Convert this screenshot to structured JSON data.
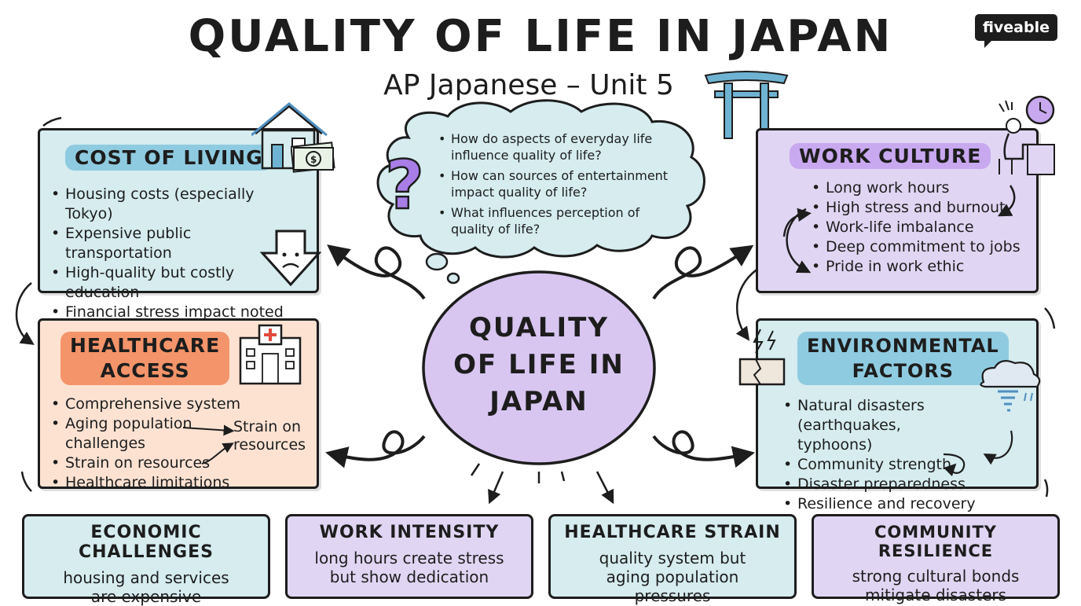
{
  "header": {
    "title": "QUALITY OF LIFE IN JAPAN",
    "subtitle": "AP Japanese – Unit 5",
    "brand": "fiveable"
  },
  "questions": [
    "How do aspects of everyday life influence quality of life?",
    "How can sources of entertainment impact quality of life?",
    "What influences perception of quality of life?"
  ],
  "center": {
    "lines": [
      "QUALITY",
      "OF LIFE IN",
      "JAPAN"
    ]
  },
  "cost_of_living": {
    "title": "COST OF LIVING",
    "items": [
      "Housing costs (especially Tokyo)",
      "Expensive public transportation",
      "High-quality but costly education",
      "Financial stress impact noted"
    ]
  },
  "work_culture": {
    "title": "WORK CULTURE",
    "items": [
      "Long work hours",
      "High stress and burnout",
      "Work-life imbalance",
      "Deep commitment to jobs",
      "Pride in work ethic"
    ]
  },
  "healthcare": {
    "title_line1": "HEALTHCARE",
    "title_line2": "ACCESS",
    "items": [
      "Comprehensive system",
      "Aging population challenges",
      "Strain on resources",
      "Healthcare limitations"
    ],
    "side_note": "Strain on resources"
  },
  "environment": {
    "title_line1": "ENVIRONMENTAL",
    "title_line2": "FACTORS",
    "items": [
      "Natural disasters (earthquakes, typhoons)",
      "Community strength",
      "Disaster preparedness",
      "Resilience and recovery"
    ]
  },
  "summaries": [
    {
      "title": "ECONOMIC CHALLENGES",
      "desc": "housing and services are expensive"
    },
    {
      "title": "WORK INTENSITY",
      "desc": "long hours create stress but show dedication"
    },
    {
      "title": "HEALTHCARE STRAIN",
      "desc": "quality system but aging population pressures"
    },
    {
      "title": "COMMUNITY RESILIENCE",
      "desc": "strong cultural bonds mitigate disasters"
    }
  ],
  "colors": {
    "blue": "#d6ecef",
    "purple": "#e0d6f3",
    "peach": "#fde2d2",
    "head_blue": "#8fcbe0",
    "head_purple": "#c8a8ef",
    "head_orange": "#f4946a",
    "center_fill": "#d8c6f1"
  },
  "icons": [
    "torii-gate-icon",
    "house-icon",
    "money-icon",
    "sad-down-arrow-icon",
    "question-mark-icon",
    "stressed-worker-icon",
    "clock-icon",
    "hospital-icon",
    "cracked-ground-icon",
    "storm-cloud-icon"
  ]
}
